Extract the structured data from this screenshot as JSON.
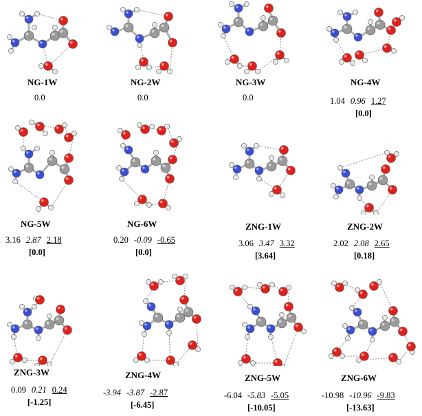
{
  "structures": [
    {
      "label": "NG-1W",
      "values": [
        "0.0"
      ],
      "bracket": ""
    },
    {
      "label": "NG-2W",
      "values": [
        "0.0"
      ],
      "bracket": ""
    },
    {
      "label": "NG-3W",
      "values": [
        "0.0"
      ],
      "bracket": ""
    },
    {
      "label": "NG-4W",
      "values": [
        "1.04",
        "0.96",
        "1.27"
      ],
      "bracket": "[0.0]"
    },
    {
      "label": "NG-5W",
      "values": [
        "3.16",
        "2.87",
        "2.18"
      ],
      "bracket": "[0.0]"
    },
    {
      "label": "NG-6W",
      "values": [
        "0.20",
        "-0.09",
        "-0.65"
      ],
      "bracket": "[0.0]"
    },
    {
      "label": "ZNG-1W",
      "values": [
        "3.06",
        "3.47",
        "3.32"
      ],
      "bracket": "[3.64]"
    },
    {
      "label": "ZNG-2W",
      "values": [
        "2.02",
        "2.08",
        "2.65"
      ],
      "bracket": "[0.18]"
    },
    {
      "label": "ZNG-3W",
      "values": [
        "0.09",
        "0.21",
        "0.24"
      ],
      "bracket": "[-1.25]"
    },
    {
      "label": "ZNG-4W",
      "values": [
        "-3.94",
        "-3.87",
        "-2.87"
      ],
      "bracket": "[-6.45]"
    },
    {
      "label": "ZNG-5W",
      "values": [
        "-6.04",
        "-5.83",
        "-5.05"
      ],
      "bracket": "[-10.05]"
    },
    {
      "label": "ZNG-6W",
      "values": [
        "-10.98",
        "-10.96",
        "-9.83"
      ],
      "bracket": "[-13.63]"
    }
  ],
  "colors": {
    "nitrogen": "#3a4fd6",
    "oxygen": "#e0201a",
    "carbon": "#9a9a9a",
    "hydrogen": "#e6e6e6",
    "hbond": "#8a8a8a"
  }
}
